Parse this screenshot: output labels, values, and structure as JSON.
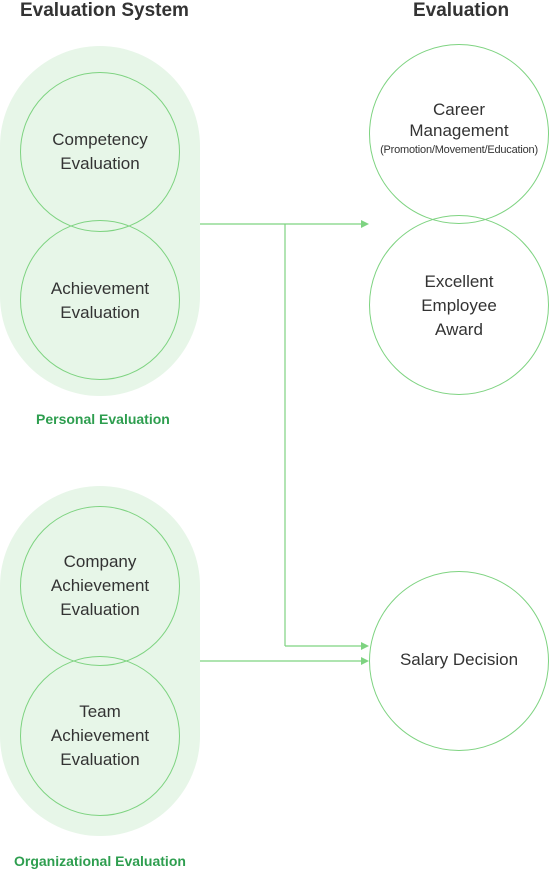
{
  "headings": {
    "left": "Evaluation System",
    "right": "Evaluation"
  },
  "groups": {
    "personal": {
      "caption": "Personal Evaluation",
      "items": [
        {
          "lines": [
            "Competency",
            "Evaluation"
          ]
        },
        {
          "lines": [
            "Achievement",
            "Evaluation"
          ]
        }
      ]
    },
    "organizational": {
      "caption": "Organizational Evaluation",
      "items": [
        {
          "lines": [
            "Company",
            "Achievement",
            "Evaluation"
          ]
        },
        {
          "lines": [
            "Team",
            "Achievement",
            "Evaluation"
          ]
        }
      ]
    }
  },
  "outcomes": [
    {
      "lines": [
        "Career",
        "Management"
      ],
      "note": "(Promotion/Movement/Education)"
    },
    {
      "lines": [
        "Excellent",
        "Employee",
        "Award"
      ]
    },
    {
      "lines": [
        "Salary Decision"
      ]
    }
  ],
  "colors": {
    "circle_stroke": "#7ed381",
    "pill_fill": "#e7f6e8",
    "caption_text": "#2e9e4f",
    "arrow": "#7ed381"
  }
}
